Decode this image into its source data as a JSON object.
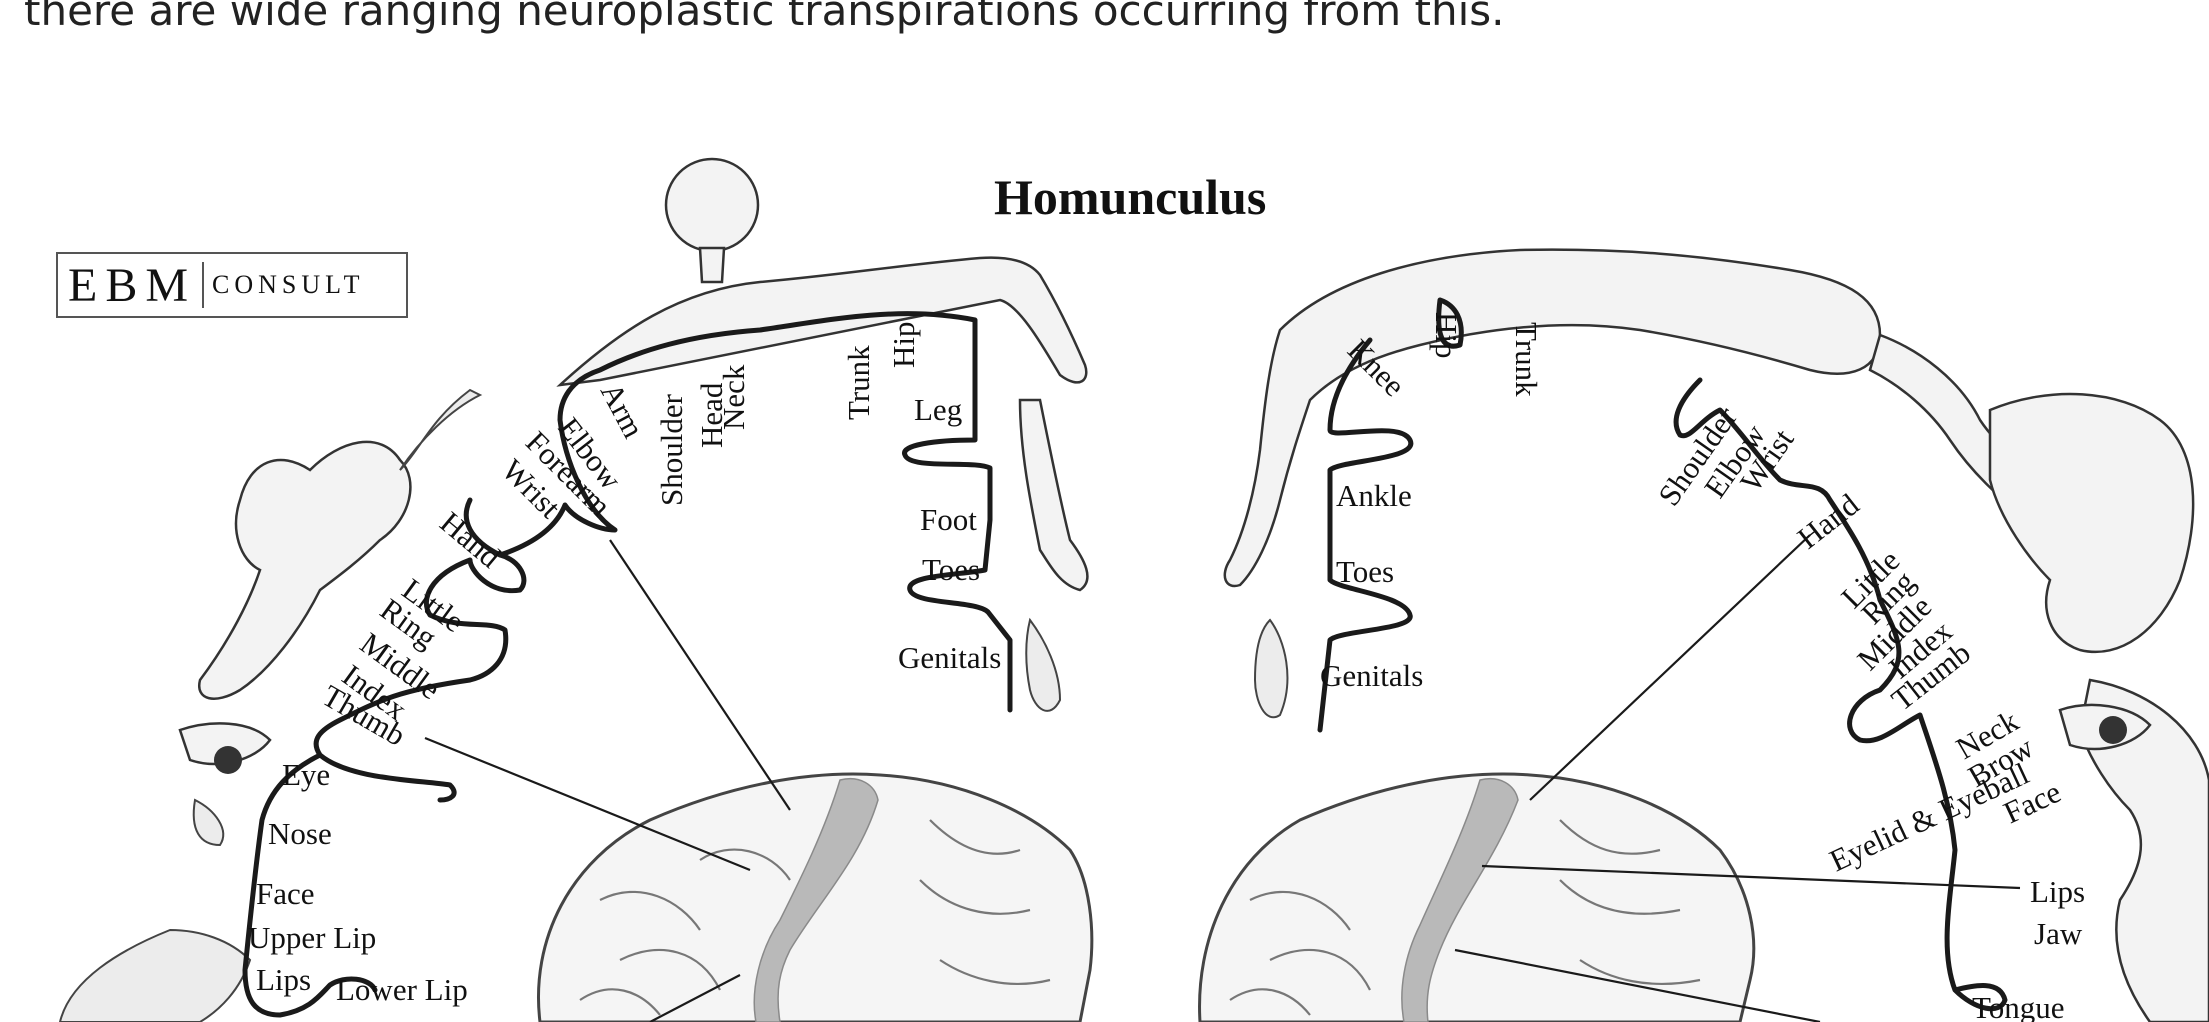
{
  "intro_text": "there are wide ranging neuroplastic transpirations occurring from this.",
  "diagram": {
    "title": "Homunculus",
    "logo": {
      "ebm": "EBM",
      "consult": "CONSULT"
    },
    "motor_labels": {
      "trunk": "Trunk",
      "hip": "Hip",
      "head": "Head",
      "neck": "Neck",
      "shoulder": "Shoulder",
      "arm": "Arm",
      "elbow": "Elbow",
      "forearm": "Forearm",
      "wrist": "Wrist",
      "hand": "Hand",
      "little": "Little",
      "ring": "Ring",
      "middle": "Middle",
      "index": "Index",
      "thumb": "Thumb",
      "leg": "Leg",
      "foot": "Foot",
      "toes": "Toes",
      "genitals": "Genitals",
      "eye": "Eye",
      "nose": "Nose",
      "face": "Face",
      "upper_lip": "Upper Lip",
      "lips": "Lips",
      "lower_lip": "Lower Lip"
    },
    "sensory_labels": {
      "hip": "Hip",
      "trunk": "Trunk",
      "knee": "Knee",
      "ankle": "Ankle",
      "toes": "Toes",
      "genitals": "Genitals",
      "shoulder": "Shoulder",
      "elbow": "Elbow",
      "wrist": "Wrist",
      "hand": "Hand",
      "little": "Little",
      "ring": "Ring",
      "middle": "Middle",
      "index": "Index",
      "thumb": "Thumb",
      "neck": "Neck",
      "brow": "Brow",
      "eyelid_eyeball": "Eyelid & Eyeball",
      "face": "Face",
      "lips": "Lips",
      "jaw": "Jaw",
      "tongue": "Tongue"
    }
  }
}
